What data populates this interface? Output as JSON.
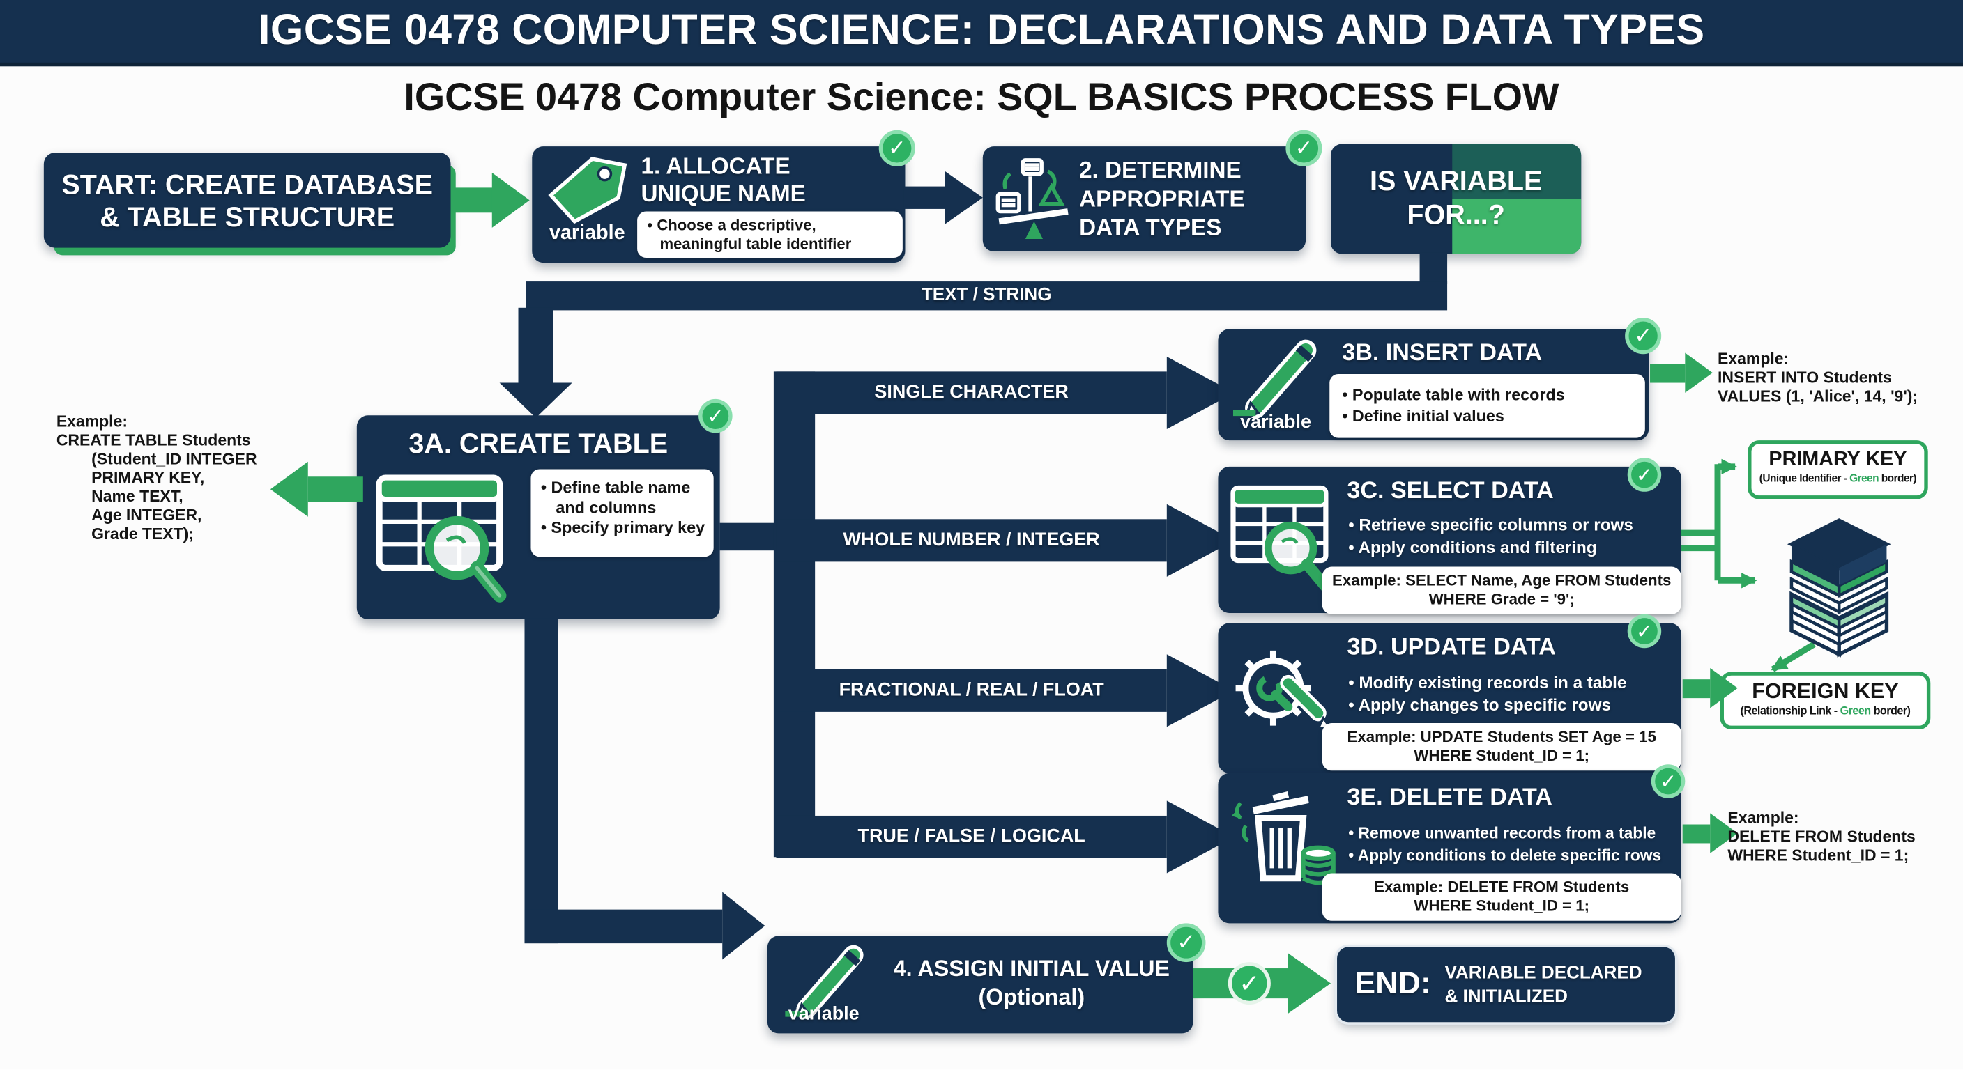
{
  "banner": {
    "title": "IGCSE 0478 COMPUTER SCIENCE: DECLARATIONS AND DATA TYPES"
  },
  "subtitle": "IGCSE 0478 Computer Science: SQL BASICS PROCESS FLOW",
  "start": {
    "line1": "START: CREATE DATABASE",
    "line2": "& TABLE STRUCTURE"
  },
  "step1": {
    "title1": "1. ALLOCATE",
    "title2": "UNIQUE NAME",
    "tag_label": "variable",
    "note1": "• Choose a descriptive,",
    "note2": "meaningful table identifier"
  },
  "step2": {
    "title1": "2. DETERMINE",
    "title2": "APPROPRIATE",
    "title3": "DATA TYPES"
  },
  "decision": {
    "line1": "IS VARIABLE",
    "line2": "FOR...?"
  },
  "branch_labels": {
    "text_string": "TEXT / STRING",
    "single_char": "SINGLE CHARACTER",
    "integer": "WHOLE NUMBER / INTEGER",
    "real": "FRACTIONAL / REAL / FLOAT",
    "boolean": "TRUE / FALSE / LOGICAL"
  },
  "step3a": {
    "title": "3A. CREATE TABLE",
    "bullet1": "• Define table name and columns",
    "bullet2": "• Specify primary key",
    "example": {
      "l1": "Example:",
      "l2": "CREATE TABLE Students",
      "l3": "(Student_ID INTEGER",
      "l4": "PRIMARY KEY,",
      "l5": "Name TEXT,",
      "l6": "Age INTEGER,",
      "l7": "Grade TEXT);"
    }
  },
  "step3b": {
    "title": "3B. INSERT DATA",
    "tag_label": "variable",
    "bullet1": "• Populate table with records",
    "bullet2": "• Define initial values",
    "example": {
      "l1": "Example:",
      "l2": "INSERT INTO Students",
      "l3": "VALUES (1, 'Alice', 14, '9');"
    }
  },
  "step3c": {
    "title": "3C. SELECT DATA",
    "bullet1": "• Retrieve specific columns or rows",
    "bullet2": "• Apply conditions and filtering",
    "example1": "Example: SELECT Name, Age FROM Students",
    "example2": "WHERE Grade = '9';"
  },
  "step3d": {
    "title": "3D. UPDATE DATA",
    "bullet1": "• Modify existing records in a table",
    "bullet2": "• Apply changes to specific rows",
    "example1": "Example: UPDATE Students SET Age = 15",
    "example2": "WHERE Student_ID = 1;"
  },
  "step3e": {
    "title": "3E. DELETE DATA",
    "bullet1": "• Remove unwanted records from a table",
    "bullet2": "• Apply conditions to delete specific rows",
    "example1": "Example: DELETE FROM Students",
    "example2": "WHERE Student_ID = 1;",
    "side_example": {
      "l1": "Example:",
      "l2": "DELETE FROM Students",
      "l3": "WHERE Student_ID = 1;"
    }
  },
  "primary_key": {
    "title": "PRIMARY KEY",
    "sub_pre": "(Unique Identifier - ",
    "sub_green": "Green",
    "sub_post": " border)"
  },
  "foreign_key": {
    "title": "FOREIGN KEY",
    "sub_pre": "(Relationship Link - ",
    "sub_green": "Green",
    "sub_post": " border)"
  },
  "step4": {
    "title1": "4. ASSIGN INITIAL VALUE",
    "title2": "(Optional)",
    "tag_label": "variable"
  },
  "end": {
    "label": "END:",
    "line1": "VARIABLE DECLARED",
    "line2": "& INITIALIZED"
  },
  "colors": {
    "navy": "#15304f",
    "green": "#2fa65e",
    "teal": "#1c5f57",
    "light_green": "#3eb56a",
    "check_green": "#2db263"
  }
}
